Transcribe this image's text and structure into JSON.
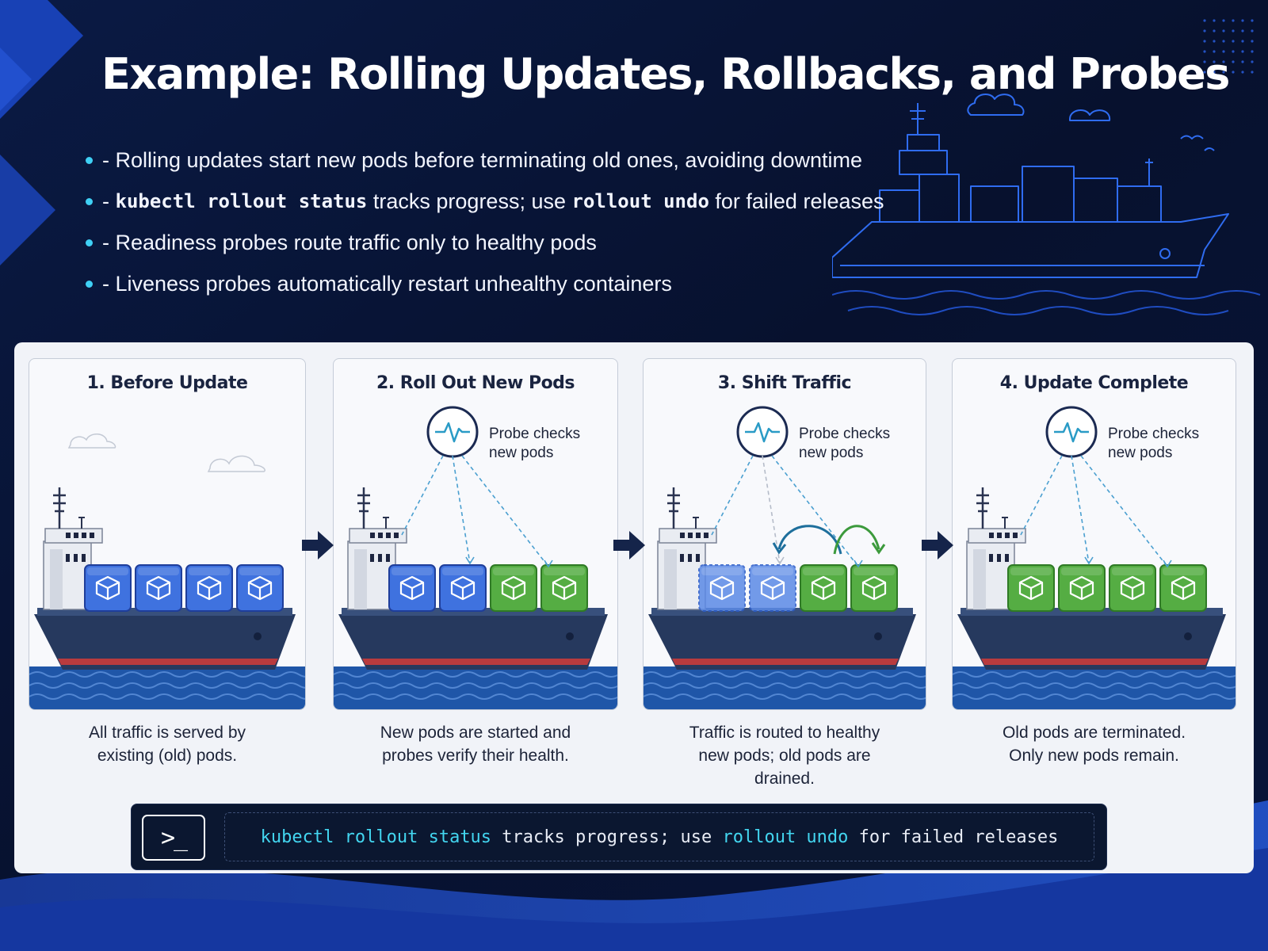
{
  "title": "Example: Rolling Updates, Rollbacks, and Probes",
  "bullets": [
    {
      "parts": [
        {
          "t": "- Rolling updates start new pods before terminating old ones, avoiding downtime",
          "code": false
        }
      ]
    },
    {
      "parts": [
        {
          "t": "- ",
          "code": false
        },
        {
          "t": "kubectl rollout status",
          "code": true
        },
        {
          "t": " tracks progress; use ",
          "code": false
        },
        {
          "t": "rollout undo",
          "code": true
        },
        {
          "t": " for failed releases",
          "code": false
        }
      ]
    },
    {
      "parts": [
        {
          "t": "- Readiness probes route traffic only to healthy pods",
          "code": false
        }
      ]
    },
    {
      "parts": [
        {
          "t": "- Liveness probes automatically restart unhealthy containers",
          "code": false
        }
      ]
    }
  ],
  "steps": [
    {
      "title": "1. Before Update",
      "caption": [
        "All traffic is served by",
        "existing (old) pods."
      ],
      "pods": [
        "old",
        "old",
        "old",
        "old"
      ],
      "probe": null,
      "traffic_shift": false
    },
    {
      "title": "2. Roll Out New Pods",
      "caption": [
        "New pods are started and",
        "probes verify their health."
      ],
      "pods": [
        "old",
        "old",
        "new",
        "new"
      ],
      "probe": {
        "line1": "Probe checks",
        "line2": "new pods"
      },
      "traffic_shift": false
    },
    {
      "title": "3. Shift Traffic",
      "caption": [
        "Traffic is routed to healthy",
        "new pods; old pods are",
        "drained."
      ],
      "pods": [
        "draining",
        "draining",
        "new",
        "new"
      ],
      "probe": {
        "line1": "Probe checks",
        "line2": "new pods"
      },
      "traffic_shift": true
    },
    {
      "title": "4. Update Complete",
      "caption": [
        "Old pods are terminated.",
        "Only new pods remain."
      ],
      "pods": [
        "new",
        "new",
        "new",
        "new"
      ],
      "probe": {
        "line1": "Probe checks",
        "line2": "new pods"
      },
      "traffic_shift": false
    }
  ],
  "terminal": {
    "parts": [
      {
        "t": "kubectl rollout status",
        "hl": true
      },
      {
        "t": " tracks progress; use ",
        "hl": false
      },
      {
        "t": "rollout undo",
        "hl": true
      },
      {
        "t": " for failed releases",
        "hl": false
      }
    ],
    "icon_text": ">_"
  },
  "colors": {
    "background": "#07112e",
    "old_pod": "#3f72df",
    "new_pod": "#55ad43",
    "accent": "#3fd0f5",
    "hull": "#26395e",
    "water": "#1f56a8",
    "probe_line": "#4a9fd0"
  }
}
